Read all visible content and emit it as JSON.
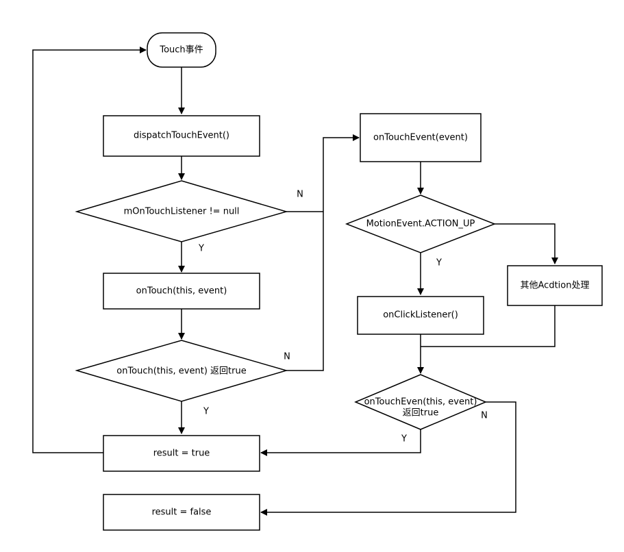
{
  "nodes": {
    "start": "Touch事件",
    "dispatch": "dispatchTouchEvent()",
    "check_listener": "mOnTouchListener != null",
    "on_touch": "onTouch(this, event)",
    "on_touch_true": "onTouch(this, event) 返回true",
    "result_true": "result = true",
    "result_false": "result = false",
    "on_touch_event": "onTouchEvent(event)",
    "action_up": "MotionEvent.ACTION_UP",
    "other_action": "其他Acdtion处理",
    "on_click": "onClickListener()",
    "even_true_line1": "onTouchEven(this, event)",
    "even_true_line2": "返回true"
  },
  "edge_labels": {
    "listener_no": "N",
    "listener_yes": "Y",
    "touch_true_no": "N",
    "touch_true_yes": "Y",
    "action_up_yes": "Y",
    "even_yes": "Y",
    "even_no": "N"
  }
}
